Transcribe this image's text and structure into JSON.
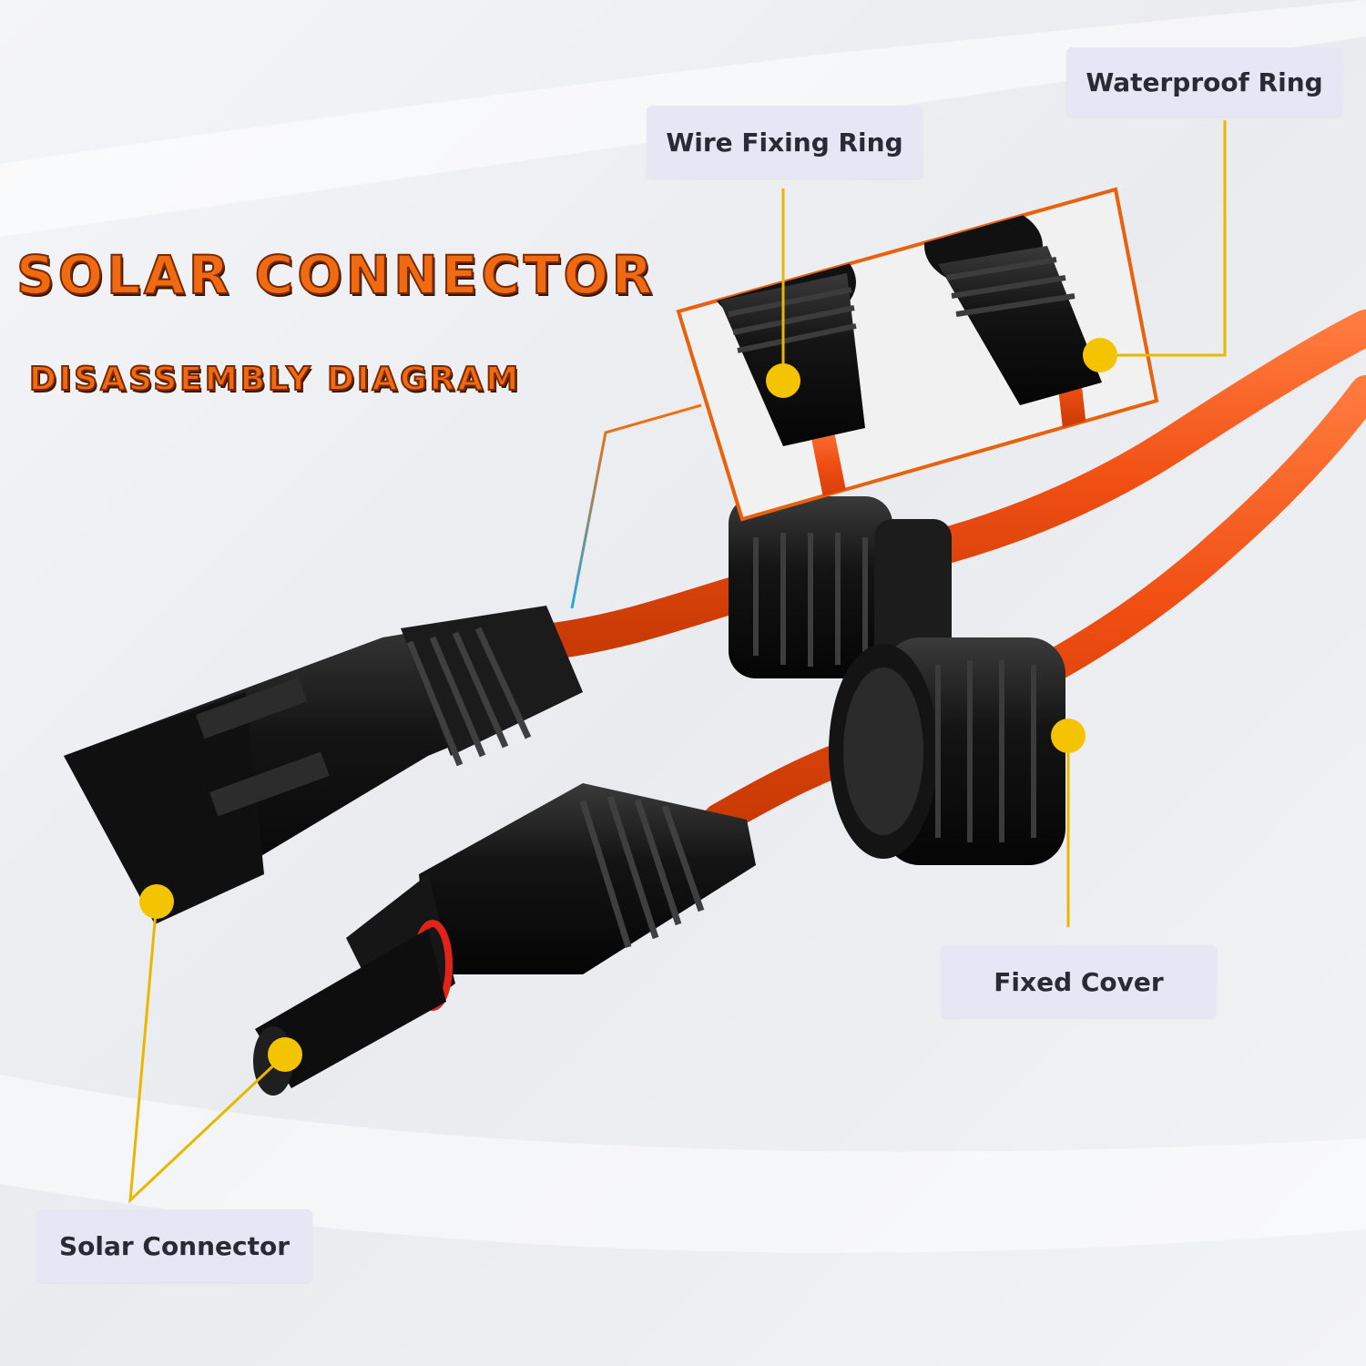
{
  "title": {
    "main": "SOLAR CONNECTOR",
    "sub": "DISASSEMBLY DIAGRAM"
  },
  "labels": {
    "waterproof_ring": "Waterproof Ring",
    "wire_fixing_ring": "Wire Fixing Ring",
    "fixed_cover": "Fixed Cover",
    "solar_connector": "Solar Connector"
  },
  "colors": {
    "cable": "#f2541b",
    "connector": "#1a1a1a",
    "callout_dot": "#f5c400",
    "callout_line": "#e8b800",
    "title_orange": "#f06a12",
    "label_bg": "#e6e6f4"
  }
}
